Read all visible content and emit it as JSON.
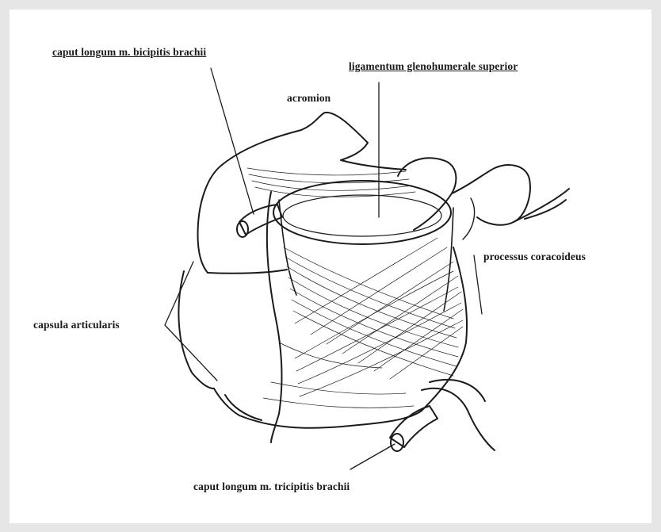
{
  "figure": {
    "labels": {
      "caput_longum_biceps": "caput longum m. bicipitis brachii",
      "ligamentum_superior": "ligamentum glenohumerale superior",
      "acromion": "acromion",
      "processus_coracoideus": "processus coracoideus",
      "capsula_articularis": "capsula articularis",
      "caput_longum_triceps": "caput longum m. tricipitis brachii"
    },
    "colors": {
      "ink": "#1b1b1b",
      "paper": "#ffffff",
      "frame": "#e6e6e6"
    }
  }
}
